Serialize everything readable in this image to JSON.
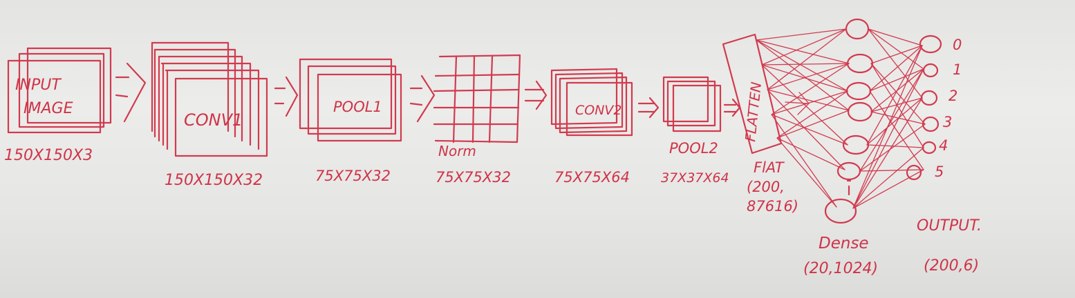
{
  "layers": {
    "input": {
      "title_line1": "INPUT",
      "title_line2": "IMAGE",
      "shape": "150X150X3"
    },
    "conv1": {
      "title": "CONV1",
      "shape": "150X150X32"
    },
    "pool1": {
      "title": "POOL1",
      "shape": "75X75X32"
    },
    "norm": {
      "title": "Norm",
      "shape": "75X75X32"
    },
    "conv2": {
      "title": "CONV2",
      "shape": "75X75X64"
    },
    "pool2": {
      "title": "POOL2",
      "shape": "37X37X64"
    },
    "flatten": {
      "title": "FLATTEN",
      "label": "FlAT",
      "shape_line1": "(200,",
      "shape_line2": "87616)"
    },
    "dense": {
      "label": "Dense",
      "shape": "(20,1024)"
    },
    "output": {
      "label": "OUTPUT.",
      "shape": "(200,6)",
      "classes": [
        "0",
        "1",
        "2",
        "3",
        "4",
        "5"
      ]
    }
  },
  "colors": {
    "ink": "#d13a4e",
    "paper": "#e8e8e6"
  }
}
